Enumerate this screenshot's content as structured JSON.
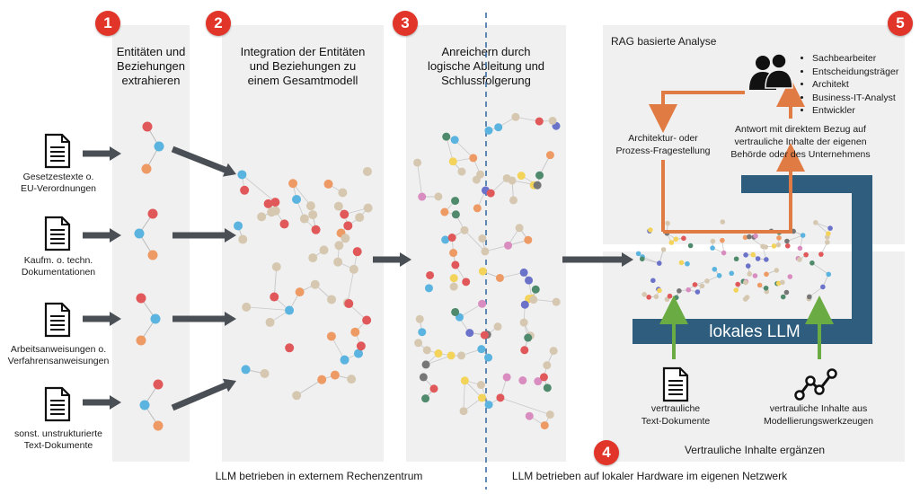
{
  "badges": [
    "1",
    "2",
    "3",
    "4",
    "5"
  ],
  "steps": {
    "s1": [
      "Entitäten und",
      "Beziehungen",
      "extrahieren"
    ],
    "s2": [
      "Integration der Entitäten",
      "und Beziehungen zu",
      "einem Gesamtmodell"
    ],
    "s3": [
      "Anreichern durch",
      "logische Ableitung und",
      "Schlussfolgerung"
    ]
  },
  "documents": [
    {
      "line1": "Gesetzestexte o.",
      "line2": "EU-Verordnungen"
    },
    {
      "line1": "Kaufm. o. techn.",
      "line2": "Dokumentationen"
    },
    {
      "line1": "Arbeitsanweisungen o.",
      "line2": "Verfahrensanweisungen"
    },
    {
      "line1": "sonst. unstrukturierte",
      "line2": "Text-Dokumente"
    }
  ],
  "rag": {
    "title": "RAG basierte Analyse",
    "roles": [
      "Sachbearbeiter",
      "Entscheidungsträger",
      "Architekt",
      "Business-IT-Analyst",
      "Entwickler"
    ],
    "question": [
      "Architektur- oder",
      "Prozess-Fragestellung"
    ],
    "answer": [
      "Antwort mit direktem Bezug auf",
      "vertrauliche Inhalte der eigenen",
      "Behörde oder des Unternehmens"
    ]
  },
  "local": {
    "llm_label": "lokales LLM",
    "text_docs": [
      "vertrauliche",
      "Text-Dokumente"
    ],
    "modelling": [
      "vertrauliche Inhalte aus",
      "Modellierungswerkzeugen"
    ],
    "footer": "Vertrauliche Inhalte ergänzen"
  },
  "bottom": {
    "external": "LLM betrieben in externem Rechenzentrum",
    "local": "LLM betrieben auf lokaler Hardware im eigenen Netzwerk"
  },
  "colors": {
    "panel": "#f0f0f0",
    "badge": "#e2352a",
    "llm_box": "#2e5d7e",
    "orange_arrow": "#e07b43",
    "green_arrow": "#6bab43",
    "node_red": "#e0585a",
    "node_blue": "#5ab4df",
    "node_orange": "#ee9a64",
    "node_beige": "#d6c8b0",
    "node_yellow": "#f3d35a",
    "node_pink": "#d98cbf",
    "node_purple": "#9b7fc1",
    "node_darkgreen": "#4f8a6d",
    "node_gray": "#767676",
    "node_violetblue": "#6b72c9"
  },
  "icons": [
    "document-icon",
    "people-icon",
    "graph-nodes-icon",
    "arrow-right-icon"
  ]
}
